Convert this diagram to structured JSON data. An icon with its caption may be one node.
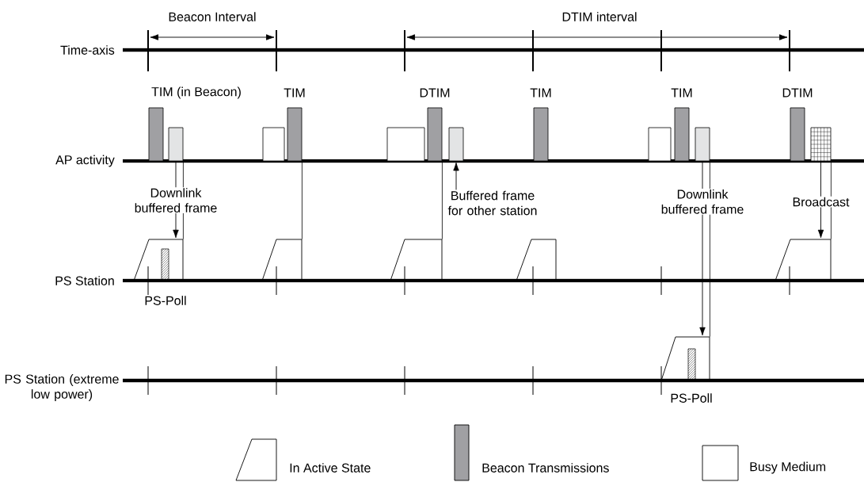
{
  "diagram": {
    "nodes": [
      {
        "text": [],
        "shape": "box",
        "beside": [
          "TIM (in Beacon)"
        ]
      },
      {
        "text": [],
        "shape": "box"
      },
      {
        "text": [],
        "shape": "box"
      },
      {
        "text": [],
        "shape": "box",
        "beside": [
          "TIM"
        ]
      },
      {
        "text": [],
        "shape": "box"
      },
      {
        "text": [],
        "shape": "box",
        "beside": [
          "DTIM"
        ]
      },
      {
        "text": [],
        "shape": "box"
      },
      {
        "text": [],
        "shape": "box",
        "beside": [
          "TIM"
        ]
      },
      {
        "text": [],
        "shape": "box"
      },
      {
        "text": [],
        "shape": "box",
        "beside": [
          "TIM"
        ]
      },
      {
        "text": [],
        "shape": "box"
      },
      {
        "text": [],
        "shape": "box",
        "beside": [
          "DTIM"
        ]
      },
      {
        "text": [],
        "shape": "box"
      },
      {
        "text": [
          "Buffered frame for other station"
        ]
      },
      {
        "text": [],
        "shape": "trapezoid"
      },
      {
        "text": [],
        "shape": "trapezoid"
      },
      {
        "text": [],
        "shape": "trapezoid"
      },
      {
        "text": [],
        "shape": "trapezoid"
      },
      {
        "text": [],
        "shape": "trapezoid"
      },
      {
        "text": [],
        "shape": "trapezoid"
      }
    ],
    "edges": [
      {
        "from": 1,
        "to": 14,
        "arrow": "to",
        "label": "Downlink buffered frame"
      },
      {
        "from": 1,
        "to": 14,
        "arrow": "none"
      },
      {
        "from": 3,
        "to": 15,
        "arrow": "none"
      },
      {
        "from": 13,
        "to": 6,
        "arrow": "to"
      },
      {
        "from": 5,
        "to": 16,
        "arrow": "none"
      },
      {
        "from": 10,
        "to": 19,
        "arrow": "to",
        "label": "Downlink buffered frame"
      },
      {
        "from": 10,
        "to": 19,
        "arrow": "none"
      },
      {
        "from": 12,
        "to": 18,
        "arrow": "to",
        "label": "Broadcast"
      },
      {
        "from": 12,
        "to": 18,
        "arrow": "none"
      }
    ],
    "labels": [
      "Beacon Interval",
      "DTIM interval",
      "Time-axis",
      "AP activity",
      "PS Station",
      "PS-Poll",
      "PS Station (extreme low power)",
      "PS-Poll"
    ],
    "legend": [
      {
        "text": "In Active State"
      },
      {
        "text": "Beacon Transmissions",
        "color": "#a0a0a3"
      },
      {
        "text": "Busy Medium"
      }
    ]
  }
}
